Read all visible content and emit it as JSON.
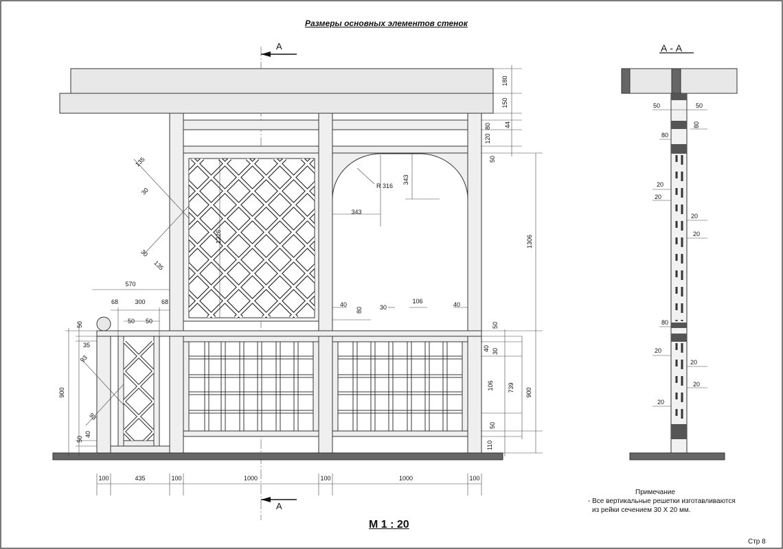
{
  "title": "Размеры основных элементов стенок",
  "section_title": "А - А",
  "section_marks": [
    "А",
    "А"
  ],
  "scale": "М 1 : 20",
  "note": {
    "title": "Примечание",
    "line1": "- Все вертикальные решетки изготавливаются",
    "line2": "из рейки сечением 30 Х 20 мм."
  },
  "page": "Стр   8",
  "dims": {
    "d180": "180",
    "d150": "150",
    "d44": "44",
    "d80a": "80",
    "d120": "120",
    "d50top": "50",
    "d1306": "1306",
    "d343v": "343",
    "d343h": "343",
    "r316": "R 316",
    "d135a": "135",
    "d30a": "30",
    "d1226": "1226",
    "d30b": "30",
    "d135b": "135",
    "d570": "570",
    "d68a": "68",
    "d300": "300",
    "d68b": "68",
    "d50a": "50",
    "d50b": "50",
    "d50c": "50",
    "d35": "35",
    "d93a": "93",
    "d93b": "93",
    "d900l": "900",
    "d50d": "50",
    "d40a": "40",
    "d40b": "40",
    "d80b": "80",
    "d30c": "30",
    "d106a": "106",
    "d40c": "40",
    "d50e": "50",
    "d40d": "40",
    "d30d": "30",
    "d106b": "106",
    "d739": "739",
    "d900r": "900",
    "d50f": "50",
    "d110": "110",
    "b100a": "100",
    "b435": "435",
    "b100b": "100",
    "b1000a": "1000",
    "b100c": "100",
    "b1000b": "1000",
    "b100d": "100",
    "s50a": "50",
    "s50b": "50",
    "s80a": "80",
    "s80b": "80",
    "s20a": "20",
    "s20b": "20",
    "s20c": "20",
    "s20d": "20",
    "s80c": "80",
    "s20e": "20",
    "s20f": "20",
    "s20g": "20",
    "s20h": "20"
  }
}
